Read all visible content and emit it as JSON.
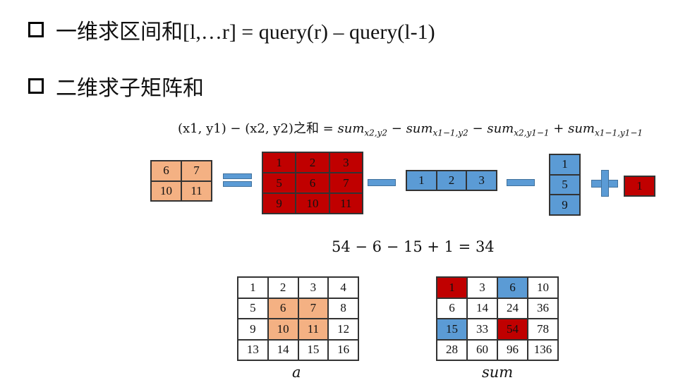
{
  "bullets": [
    "一维求区间和[l,…r] = query(r) – query(l-1)",
    "二维求子矩阵和"
  ],
  "formula": {
    "lhs": "(x1, y1) − (x2, y2)之和 = ",
    "t1": "sum",
    "t1_sub": "x2,y2",
    "op1": " − ",
    "t2": "sum",
    "t2_sub": "x1−1,y2",
    "op2": " − ",
    "t3": "sum",
    "t3_sub": "x2,y1−1",
    "op3": " + ",
    "t4": "sum",
    "t4_sub": "x1−1,y1−1"
  },
  "colors": {
    "orange": "#F4B183",
    "red": "#C00000",
    "blue": "#5B9BD5",
    "white": "#FFFFFF"
  },
  "visual_equation": {
    "target": {
      "rows": [
        [
          "6",
          "7"
        ],
        [
          "10",
          "11"
        ]
      ],
      "color": "orange"
    },
    "big": {
      "rows": [
        [
          "1",
          "2",
          "3"
        ],
        [
          "5",
          "6",
          "7"
        ],
        [
          "9",
          "10",
          "11"
        ]
      ],
      "color": "red"
    },
    "top_strip": {
      "rows": [
        [
          "1",
          "2",
          "3"
        ]
      ],
      "color": "blue"
    },
    "left_strip": {
      "rows": [
        [
          "1"
        ],
        [
          "5"
        ],
        [
          "9"
        ]
      ],
      "color": "blue"
    },
    "corner": {
      "rows": [
        [
          "1"
        ]
      ],
      "color": "red"
    }
  },
  "numeric_equation": "54 − 6 − 15 + 1 = 34",
  "table_a": {
    "label": "a",
    "rows": [
      [
        "1",
        "2",
        "3",
        "4"
      ],
      [
        "5",
        "6",
        "7",
        "8"
      ],
      [
        "9",
        "10",
        "11",
        "12"
      ],
      [
        "13",
        "14",
        "15",
        "16"
      ]
    ],
    "highlight": [
      [
        "white",
        "white",
        "white",
        "white"
      ],
      [
        "white",
        "orange",
        "orange",
        "white"
      ],
      [
        "white",
        "orange",
        "orange",
        "white"
      ],
      [
        "white",
        "white",
        "white",
        "white"
      ]
    ]
  },
  "table_sum": {
    "label": "sum",
    "rows": [
      [
        "1",
        "3",
        "6",
        "10"
      ],
      [
        "6",
        "14",
        "24",
        "36"
      ],
      [
        "15",
        "33",
        "54",
        "78"
      ],
      [
        "28",
        "60",
        "96",
        "136"
      ]
    ],
    "highlight": [
      [
        "red",
        "white",
        "blue",
        "white"
      ],
      [
        "white",
        "white",
        "white",
        "white"
      ],
      [
        "blue",
        "white",
        "red",
        "white"
      ],
      [
        "white",
        "white",
        "white",
        "white"
      ]
    ]
  }
}
